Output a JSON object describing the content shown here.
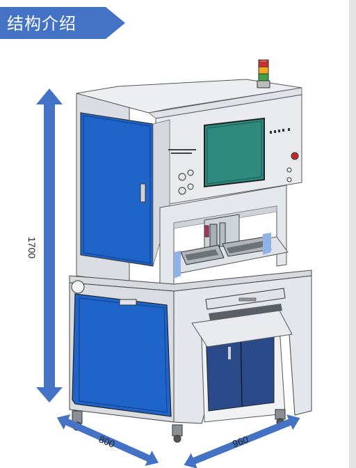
{
  "slide": {
    "title": "结构介绍"
  },
  "dimensions": {
    "height": "1700",
    "depth": "800",
    "width": "960"
  },
  "colors": {
    "title_banner": "#4472c4",
    "dimension_arrows": "#4472c4",
    "machine_blue_panel": "#1f64c8",
    "machine_frame": "#e6e8ec",
    "screen": "#2e8a7e"
  }
}
